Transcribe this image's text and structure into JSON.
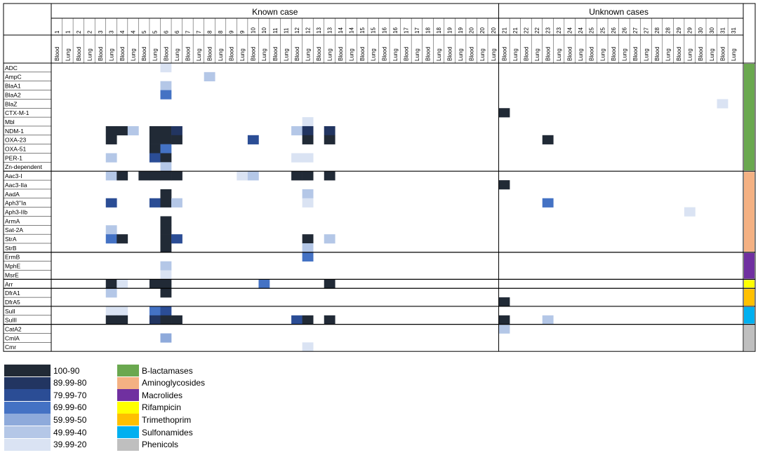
{
  "chart_data": {
    "type": "heatmap",
    "groups": [
      {
        "label": "Known case",
        "start": 0,
        "count": 41
      },
      {
        "label": "Unknown cases",
        "start": 41,
        "count": 22
      }
    ],
    "columns": [
      {
        "case": "1",
        "site": "Blood"
      },
      {
        "case": "1",
        "site": "Lung"
      },
      {
        "case": "2",
        "site": "Blood"
      },
      {
        "case": "2",
        "site": "Lung"
      },
      {
        "case": "3",
        "site": "Blood"
      },
      {
        "case": "3",
        "site": "Lung"
      },
      {
        "case": "4",
        "site": "Blood"
      },
      {
        "case": "4",
        "site": "Lung"
      },
      {
        "case": "5",
        "site": "Blood"
      },
      {
        "case": "5",
        "site": "Lung"
      },
      {
        "case": "6",
        "site": "Blood"
      },
      {
        "case": "6",
        "site": "Lung"
      },
      {
        "case": "7",
        "site": "Blood"
      },
      {
        "case": "7",
        "site": "Lung"
      },
      {
        "case": "8",
        "site": "Blood"
      },
      {
        "case": "8",
        "site": "Lung"
      },
      {
        "case": "9",
        "site": "Blood"
      },
      {
        "case": "9",
        "site": "Lung"
      },
      {
        "case": "10",
        "site": "Blood"
      },
      {
        "case": "10",
        "site": "Lung"
      },
      {
        "case": "11",
        "site": "Blood"
      },
      {
        "case": "11",
        "site": "Lung"
      },
      {
        "case": "12",
        "site": "Blood"
      },
      {
        "case": "12",
        "site": "Lung"
      },
      {
        "case": "13",
        "site": "Blood"
      },
      {
        "case": "13",
        "site": "Lung"
      },
      {
        "case": "14",
        "site": "Blood"
      },
      {
        "case": "14",
        "site": "Lung"
      },
      {
        "case": "15",
        "site": "Blood"
      },
      {
        "case": "15",
        "site": "Lung"
      },
      {
        "case": "16",
        "site": "Blood"
      },
      {
        "case": "16",
        "site": "Lung"
      },
      {
        "case": "17",
        "site": "Blood"
      },
      {
        "case": "17",
        "site": "Lung"
      },
      {
        "case": "18",
        "site": "Blood"
      },
      {
        "case": "18",
        "site": "Lung"
      },
      {
        "case": "19",
        "site": "Blood"
      },
      {
        "case": "19",
        "site": "Lung"
      },
      {
        "case": "20",
        "site": "Blood"
      },
      {
        "case": "20",
        "site": "Lung"
      },
      {
        "case": "20",
        "site": "Lung"
      },
      {
        "case": "21",
        "site": "Blood"
      },
      {
        "case": "21",
        "site": "Lung"
      },
      {
        "case": "22",
        "site": "Blood"
      },
      {
        "case": "22",
        "site": "Lung"
      },
      {
        "case": "23",
        "site": "Blood"
      },
      {
        "case": "23",
        "site": "Lung"
      },
      {
        "case": "24",
        "site": "Blood"
      },
      {
        "case": "24",
        "site": "Lung"
      },
      {
        "case": "25",
        "site": "Blood"
      },
      {
        "case": "25",
        "site": "Lung"
      },
      {
        "case": "26",
        "site": "Blood"
      },
      {
        "case": "26",
        "site": "Lung"
      },
      {
        "case": "27",
        "site": "Blood"
      },
      {
        "case": "27",
        "site": "Lung"
      },
      {
        "case": "28",
        "site": "Blood"
      },
      {
        "case": "28",
        "site": "Lung"
      },
      {
        "case": "29",
        "site": "Blood"
      },
      {
        "case": "29",
        "site": "Lung"
      },
      {
        "case": "30",
        "site": "Blood"
      },
      {
        "case": "30",
        "site": "Lung"
      },
      {
        "case": "31",
        "site": "Blood"
      },
      {
        "case": "31",
        "site": "Lung"
      }
    ],
    "rows": [
      "ADC",
      "AmpC",
      "BlaA1",
      "BlaA2",
      "BlaZ",
      "CTX-M-1",
      "Mbl",
      "NDM-1",
      "OXA-23",
      "OXA-51",
      "PER-1",
      "Zn-dependent",
      "Aac3-I",
      "Aac3-IIa",
      "AadA",
      "Aph3''Ia",
      "Aph3-IIb",
      "ArmA",
      "Sat-2A",
      "StrA",
      "StrB",
      "ErmB",
      "MphE",
      "MsrE",
      "Arr",
      "DfrA1",
      "DfrA5",
      "SulI",
      "SulII",
      "CatA2",
      "CmlA",
      "Cmr"
    ],
    "classes": [
      {
        "name": "B-lactamases",
        "start": 0,
        "count": 12,
        "color": "#6aa84f"
      },
      {
        "name": "Aminoglycosides",
        "start": 12,
        "count": 9,
        "color": "#f4b183"
      },
      {
        "name": "Macrolides",
        "start": 21,
        "count": 3,
        "color": "#7030a0"
      },
      {
        "name": "Rifampicin",
        "start": 24,
        "count": 1,
        "color": "#ffff00"
      },
      {
        "name": "Trimethoprim",
        "start": 25,
        "count": 2,
        "color": "#ffc000"
      },
      {
        "name": "Sulfonamides",
        "start": 27,
        "count": 2,
        "color": "#00b0f0"
      },
      {
        "name": "Phenicols",
        "start": 29,
        "count": 3,
        "color": "#bfbfbf"
      }
    ],
    "scale": [
      {
        "label": "100-90",
        "color": "#212a36"
      },
      {
        "label": "89.99-80",
        "color": "#223561"
      },
      {
        "label": "79.99-70",
        "color": "#2b4d95"
      },
      {
        "label": "69.99-60",
        "color": "#4472c4"
      },
      {
        "label": "59.99-50",
        "color": "#8eaadb"
      },
      {
        "label": "49.99-40",
        "color": "#b4c7e7"
      },
      {
        "label": "39.99-20",
        "color": "#dae3f3"
      }
    ],
    "cells": [
      [
        0,
        10,
        6
      ],
      [
        1,
        14,
        5
      ],
      [
        2,
        10,
        5
      ],
      [
        3,
        10,
        3
      ],
      [
        4,
        61,
        6
      ],
      [
        5,
        41,
        0
      ],
      [
        6,
        23,
        6
      ],
      [
        7,
        5,
        0
      ],
      [
        7,
        6,
        0
      ],
      [
        7,
        7,
        5
      ],
      [
        7,
        9,
        0
      ],
      [
        7,
        10,
        0
      ],
      [
        7,
        11,
        1
      ],
      [
        7,
        22,
        5
      ],
      [
        7,
        23,
        1
      ],
      [
        7,
        25,
        1
      ],
      [
        8,
        5,
        0
      ],
      [
        8,
        9,
        0
      ],
      [
        8,
        10,
        0
      ],
      [
        8,
        11,
        0
      ],
      [
        8,
        18,
        2
      ],
      [
        8,
        23,
        0
      ],
      [
        8,
        25,
        0
      ],
      [
        8,
        45,
        0
      ],
      [
        9,
        9,
        0
      ],
      [
        9,
        10,
        3
      ],
      [
        10,
        5,
        5
      ],
      [
        10,
        9,
        2
      ],
      [
        10,
        10,
        0
      ],
      [
        10,
        22,
        6
      ],
      [
        10,
        23,
        6
      ],
      [
        11,
        10,
        5
      ],
      [
        12,
        5,
        5
      ],
      [
        12,
        6,
        0
      ],
      [
        12,
        8,
        0
      ],
      [
        12,
        9,
        0
      ],
      [
        12,
        10,
        0
      ],
      [
        12,
        11,
        0
      ],
      [
        12,
        17,
        6
      ],
      [
        12,
        18,
        5
      ],
      [
        12,
        22,
        0
      ],
      [
        12,
        23,
        0
      ],
      [
        12,
        25,
        0
      ],
      [
        13,
        41,
        0
      ],
      [
        14,
        10,
        0
      ],
      [
        14,
        23,
        5
      ],
      [
        15,
        5,
        2
      ],
      [
        15,
        9,
        2
      ],
      [
        15,
        10,
        0
      ],
      [
        15,
        11,
        5
      ],
      [
        15,
        23,
        6
      ],
      [
        15,
        45,
        3
      ],
      [
        16,
        58,
        6
      ],
      [
        17,
        10,
        0
      ],
      [
        18,
        5,
        5
      ],
      [
        18,
        10,
        0
      ],
      [
        19,
        5,
        3
      ],
      [
        19,
        6,
        0
      ],
      [
        19,
        10,
        0
      ],
      [
        19,
        11,
        2
      ],
      [
        19,
        23,
        0
      ],
      [
        19,
        25,
        5
      ],
      [
        20,
        10,
        0
      ],
      [
        20,
        23,
        5
      ],
      [
        21,
        23,
        3
      ],
      [
        22,
        10,
        5
      ],
      [
        23,
        10,
        6
      ],
      [
        24,
        5,
        0
      ],
      [
        24,
        6,
        6
      ],
      [
        24,
        9,
        0
      ],
      [
        24,
        10,
        0
      ],
      [
        24,
        19,
        3
      ],
      [
        24,
        25,
        0
      ],
      [
        25,
        5,
        5
      ],
      [
        25,
        10,
        0
      ],
      [
        26,
        41,
        0
      ],
      [
        27,
        5,
        6
      ],
      [
        27,
        6,
        6
      ],
      [
        27,
        9,
        3
      ],
      [
        27,
        10,
        2
      ],
      [
        28,
        5,
        0
      ],
      [
        28,
        6,
        0
      ],
      [
        28,
        9,
        1
      ],
      [
        28,
        10,
        0
      ],
      [
        28,
        11,
        0
      ],
      [
        28,
        22,
        2
      ],
      [
        28,
        23,
        0
      ],
      [
        28,
        25,
        0
      ],
      [
        28,
        41,
        0
      ],
      [
        28,
        45,
        5
      ],
      [
        29,
        41,
        5
      ],
      [
        30,
        10,
        4
      ],
      [
        31,
        23,
        6
      ]
    ]
  }
}
